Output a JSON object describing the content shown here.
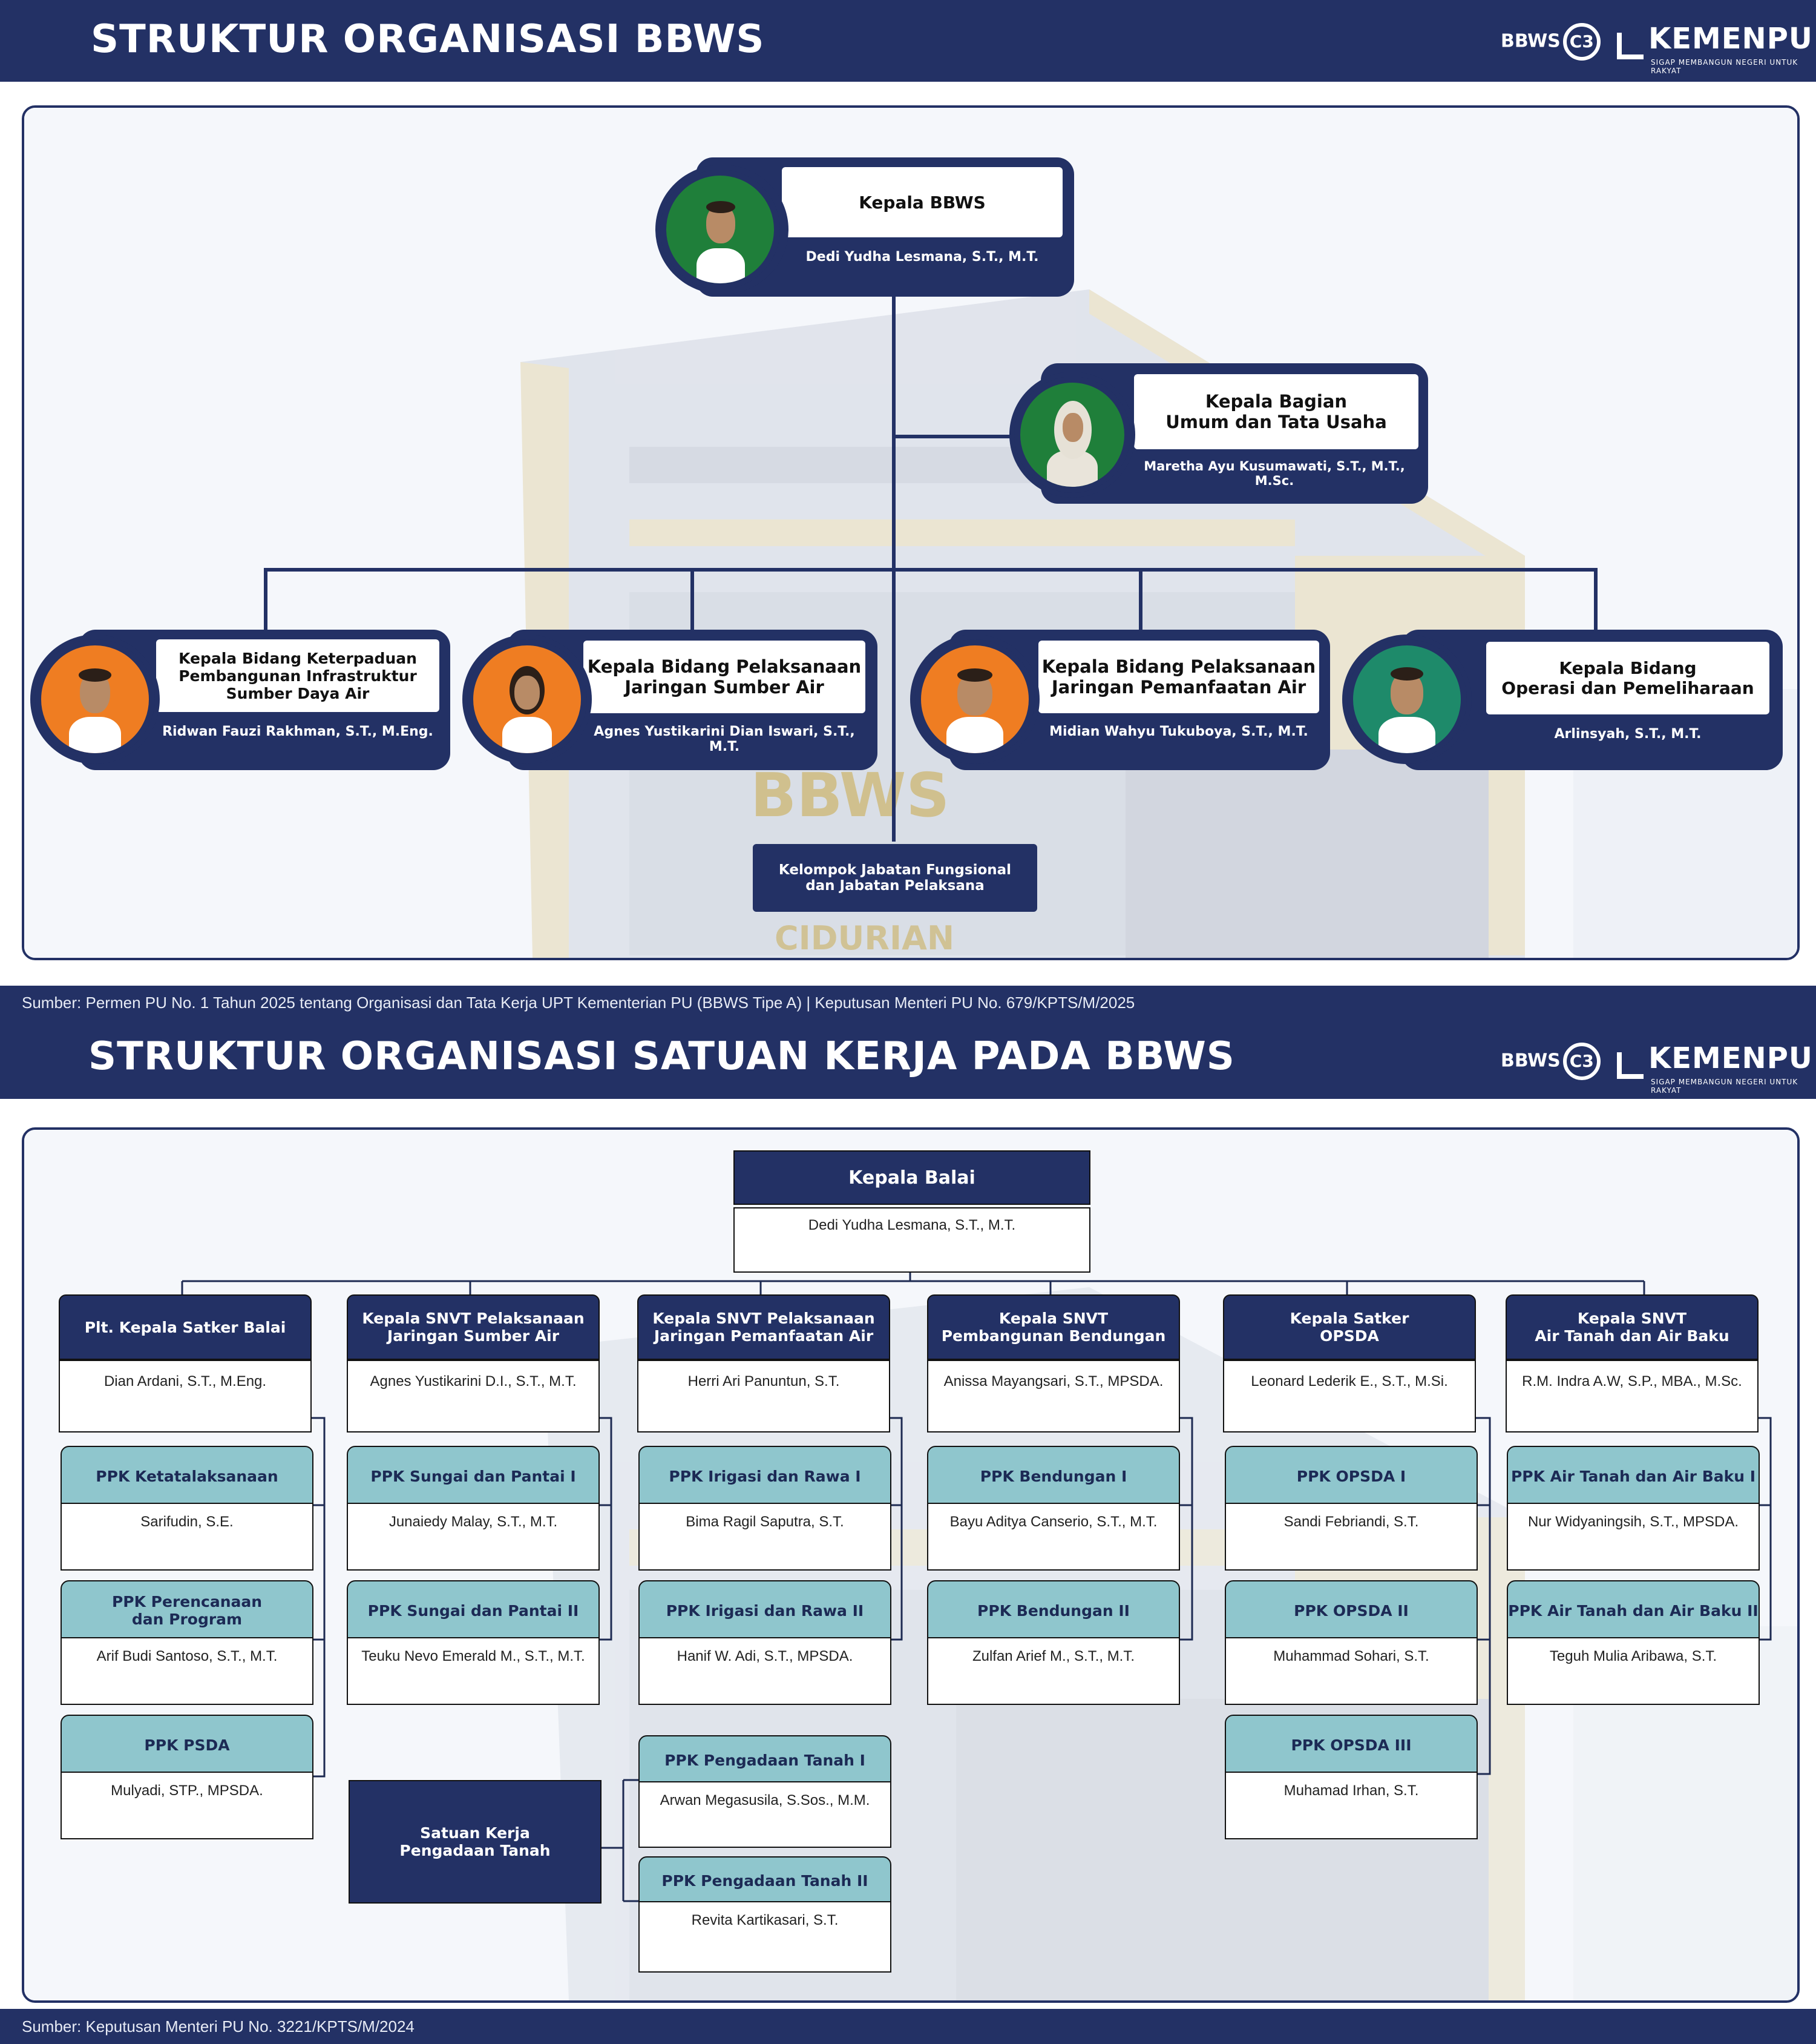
{
  "chart1": {
    "title": "STRUKTUR ORGANISASI BBWS",
    "logo_bbws": "BBWS",
    "logo_bbws_num": "C3",
    "logo_kemenpu": "KEMENPU",
    "logo_tagline": "SIGAP MEMBANGUN NEGERI UNTUK RAKYAT",
    "head": {
      "title": "Kepala BBWS",
      "name": "Dedi Yudha Lesmana, S.T., M.T."
    },
    "bagian": {
      "title": "Kepala Bagian\nUmum dan Tata Usaha",
      "name": "Maretha Ayu Kusumawati, S.T., M.T., M.Sc."
    },
    "bidang": [
      {
        "title": "Kepala Bidang Keterpaduan\nPembangunan Infrastruktur\nSumber Daya Air",
        "name": "Ridwan Fauzi Rakhman, S.T., M.Eng."
      },
      {
        "title": "Kepala Bidang Pelaksanaan\nJaringan Sumber Air",
        "name": "Agnes Yustikarini Dian Iswari, S.T., M.T."
      },
      {
        "title": "Kepala Bidang Pelaksanaan\nJaringan Pemanfaatan Air",
        "name": "Midian Wahyu Tukuboya, S.T., M.T."
      },
      {
        "title": "Kepala Bidang\nOperasi dan Pemeliharaan",
        "name": "Arlinsyah, S.T., M.T."
      }
    ],
    "kelompok": "Kelompok Jabatan Fungsional\ndan Jabatan Pelaksana",
    "building_text": "BBWS",
    "building_text2": "CIDURIAN",
    "source": "Sumber:  Permen PU No. 1 Tahun 2025 tentang Organisasi dan Tata Kerja UPT Kementerian PU (BBWS Tipe A) | Keputusan Menteri PU No. 679/KPTS/M/2025"
  },
  "chart2": {
    "title": "STRUKTUR ORGANISASI SATUAN KERJA PADA BBWS",
    "logo_bbws": "BBWS",
    "logo_bbws_num": "C3",
    "logo_kemenpu": "KEMENPU",
    "logo_tagline": "SIGAP MEMBANGUN NEGERI UNTUK RAKYAT",
    "head": {
      "title": "Kepala Balai",
      "name": "Dedi Yudha Lesmana, S.T., M.T."
    },
    "units": [
      {
        "title": "Plt. Kepala Satker Balai",
        "name": "Dian Ardani, S.T., M.Eng.",
        "ppk": [
          {
            "title": "PPK Ketatalaksanaan",
            "name": "Sarifudin, S.E."
          },
          {
            "title": "PPK Perencanaan\ndan Program",
            "name": "Arif Budi Santoso, S.T., M.T."
          },
          {
            "title": "PPK PSDA",
            "name": "Mulyadi, STP., MPSDA."
          }
        ]
      },
      {
        "title": "Kepala SNVT Pelaksanaan\nJaringan Sumber Air",
        "name": "Agnes Yustikarini D.I., S.T., M.T.",
        "ppk": [
          {
            "title": "PPK Sungai dan Pantai I",
            "name": "Junaiedy Malay, S.T., M.T."
          },
          {
            "title": "PPK Sungai dan Pantai II",
            "name": "Teuku Nevo Emerald M., S.T., M.T."
          }
        ]
      },
      {
        "title": "Kepala SNVT Pelaksanaan\nJaringan Pemanfaatan Air",
        "name": "Herri Ari Panuntun, S.T.",
        "ppk": [
          {
            "title": "PPK Irigasi dan Rawa I",
            "name": "Bima Ragil Saputra, S.T."
          },
          {
            "title": "PPK Irigasi dan Rawa II",
            "name": "Hanif W. Adi, S.T., MPSDA."
          }
        ]
      },
      {
        "title": "Kepala SNVT\nPembangunan Bendungan",
        "name": "Anissa Mayangsari, S.T., MPSDA.",
        "ppk": [
          {
            "title": "PPK Bendungan I",
            "name": "Bayu Aditya Canserio, S.T., M.T."
          },
          {
            "title": "PPK Bendungan II",
            "name": "Zulfan Arief M., S.T., M.T."
          }
        ]
      },
      {
        "title": "Kepala Satker\nOPSDA",
        "name": "Leonard Lederik E., S.T., M.Si.",
        "ppk": [
          {
            "title": "PPK OPSDA I",
            "name": "Sandi Febriandi, S.T."
          },
          {
            "title": "PPK OPSDA II",
            "name": "Muhammad Sohari, S.T."
          },
          {
            "title": "PPK OPSDA III",
            "name": "Muhamad Irhan, S.T."
          }
        ]
      },
      {
        "title": "Kepala SNVT\nAir Tanah dan Air Baku",
        "name": "R.M. Indra A.W, S.P., MBA., M.Sc.",
        "ppk": [
          {
            "title": "PPK Air Tanah dan Air Baku I",
            "name": "Nur Widyaningsih, S.T., MPSDA."
          },
          {
            "title": "PPK Air Tanah dan Air Baku II",
            "name": "Teguh Mulia Aribawa, S.T."
          }
        ]
      }
    ],
    "pengadaan": {
      "title": "Satuan Kerja\nPengadaan Tanah",
      "ppk": [
        {
          "title": "PPK Pengadaan Tanah I",
          "name": "Arwan Megasusila, S.Sos., M.M."
        },
        {
          "title": "PPK Pengadaan Tanah II",
          "name": "Revita Kartikasari, S.T."
        }
      ]
    },
    "source": "Sumber:  Keputusan Menteri PU No. 3221/KPTS/M/2024"
  },
  "colors": {
    "navy": "#233165",
    "teal": "#8fc6cd",
    "green": "#1f7f3a",
    "orange": "#ef7d22",
    "teal_green": "#1e8a6a"
  }
}
